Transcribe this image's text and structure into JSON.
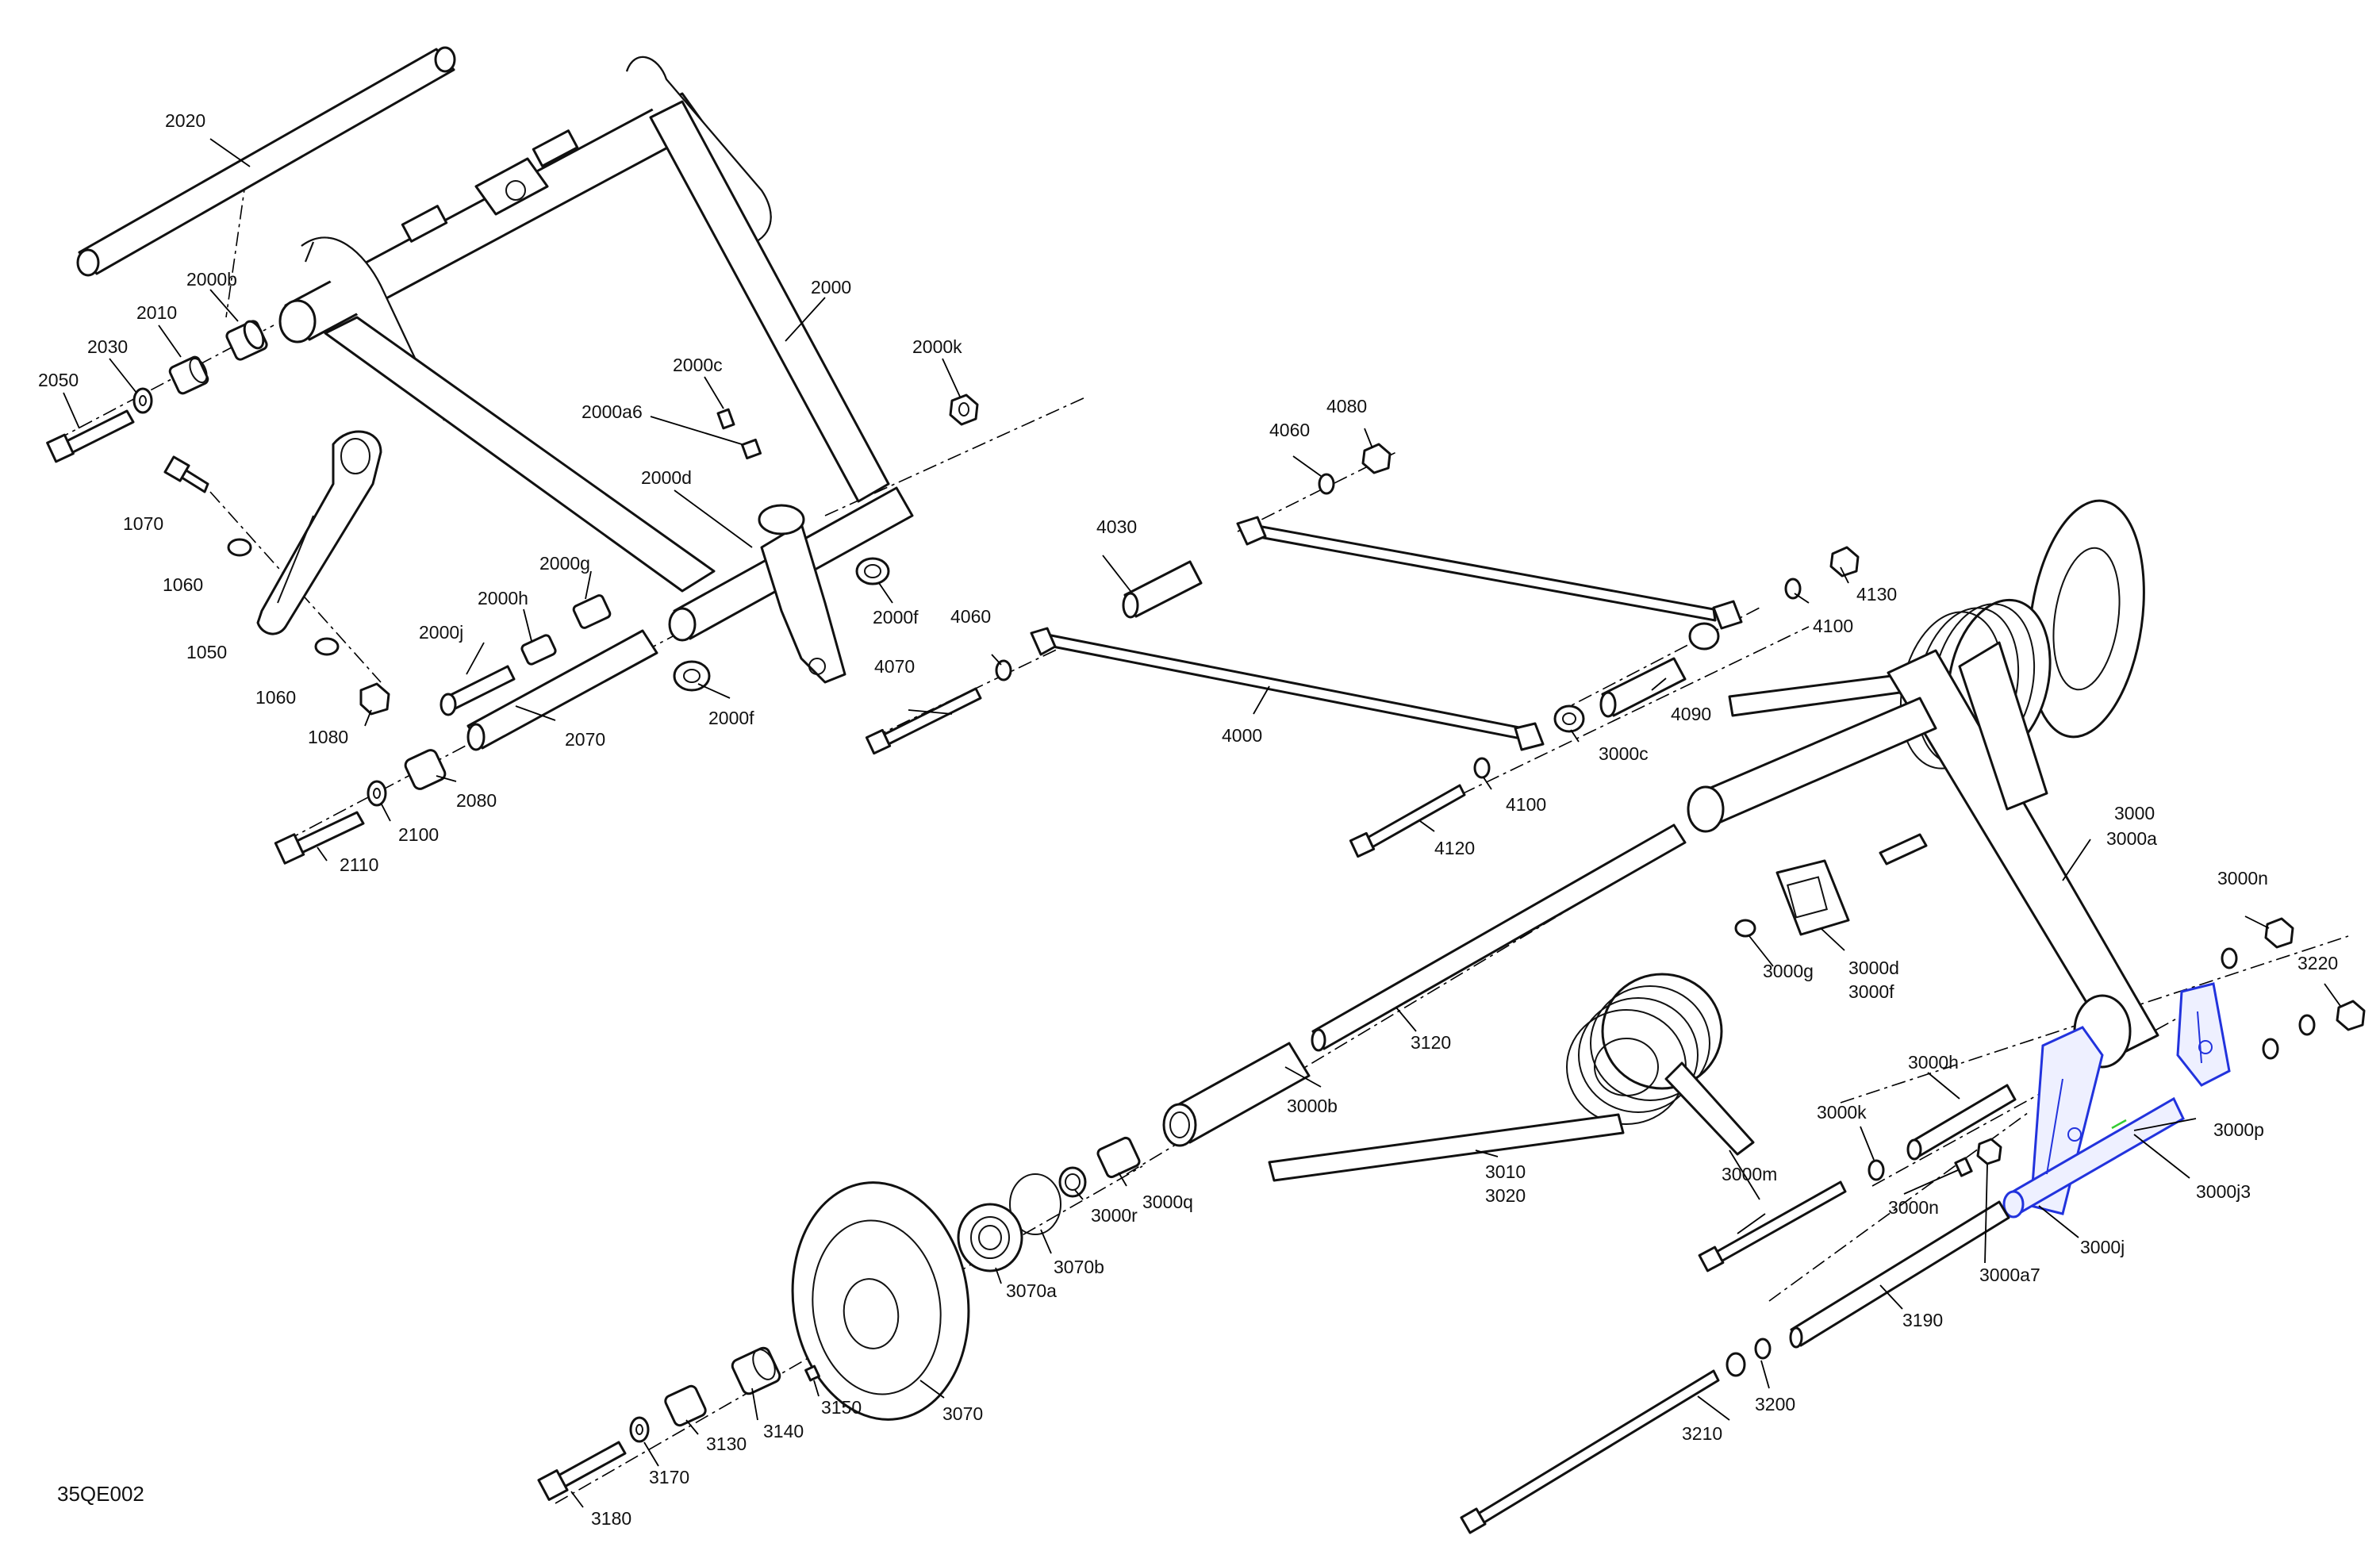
{
  "diagram": {
    "reference_code": "35QE002",
    "highlight_color": "#2233dd",
    "highlight_sub_color": "#33cc33",
    "callouts": [
      "2020",
      "2000b",
      "2010",
      "2030",
      "2050",
      "2000",
      "2000c",
      "2000a6",
      "2000k",
      "1070",
      "1060",
      "1050",
      "2000d",
      "2000g",
      "2000h",
      "2000j",
      "2000f",
      "2070",
      "2080",
      "2100",
      "2110",
      "1080",
      "4060",
      "4080",
      "4030",
      "4070",
      "4000",
      "4100",
      "4130",
      "4090",
      "3000c",
      "4120",
      "3000",
      "3000a",
      "3000n",
      "3220",
      "3000g",
      "3000d",
      "3000f",
      "3120",
      "3000b",
      "3010",
      "3020",
      "3000m",
      "3000h",
      "3000k",
      "3000p",
      "3000j3",
      "3000j",
      "3000a7",
      "3000q",
      "3000r",
      "3070b",
      "3070a",
      "3070",
      "3190",
      "3200",
      "3210",
      "3150",
      "3140",
      "3130",
      "3170",
      "3180"
    ]
  }
}
